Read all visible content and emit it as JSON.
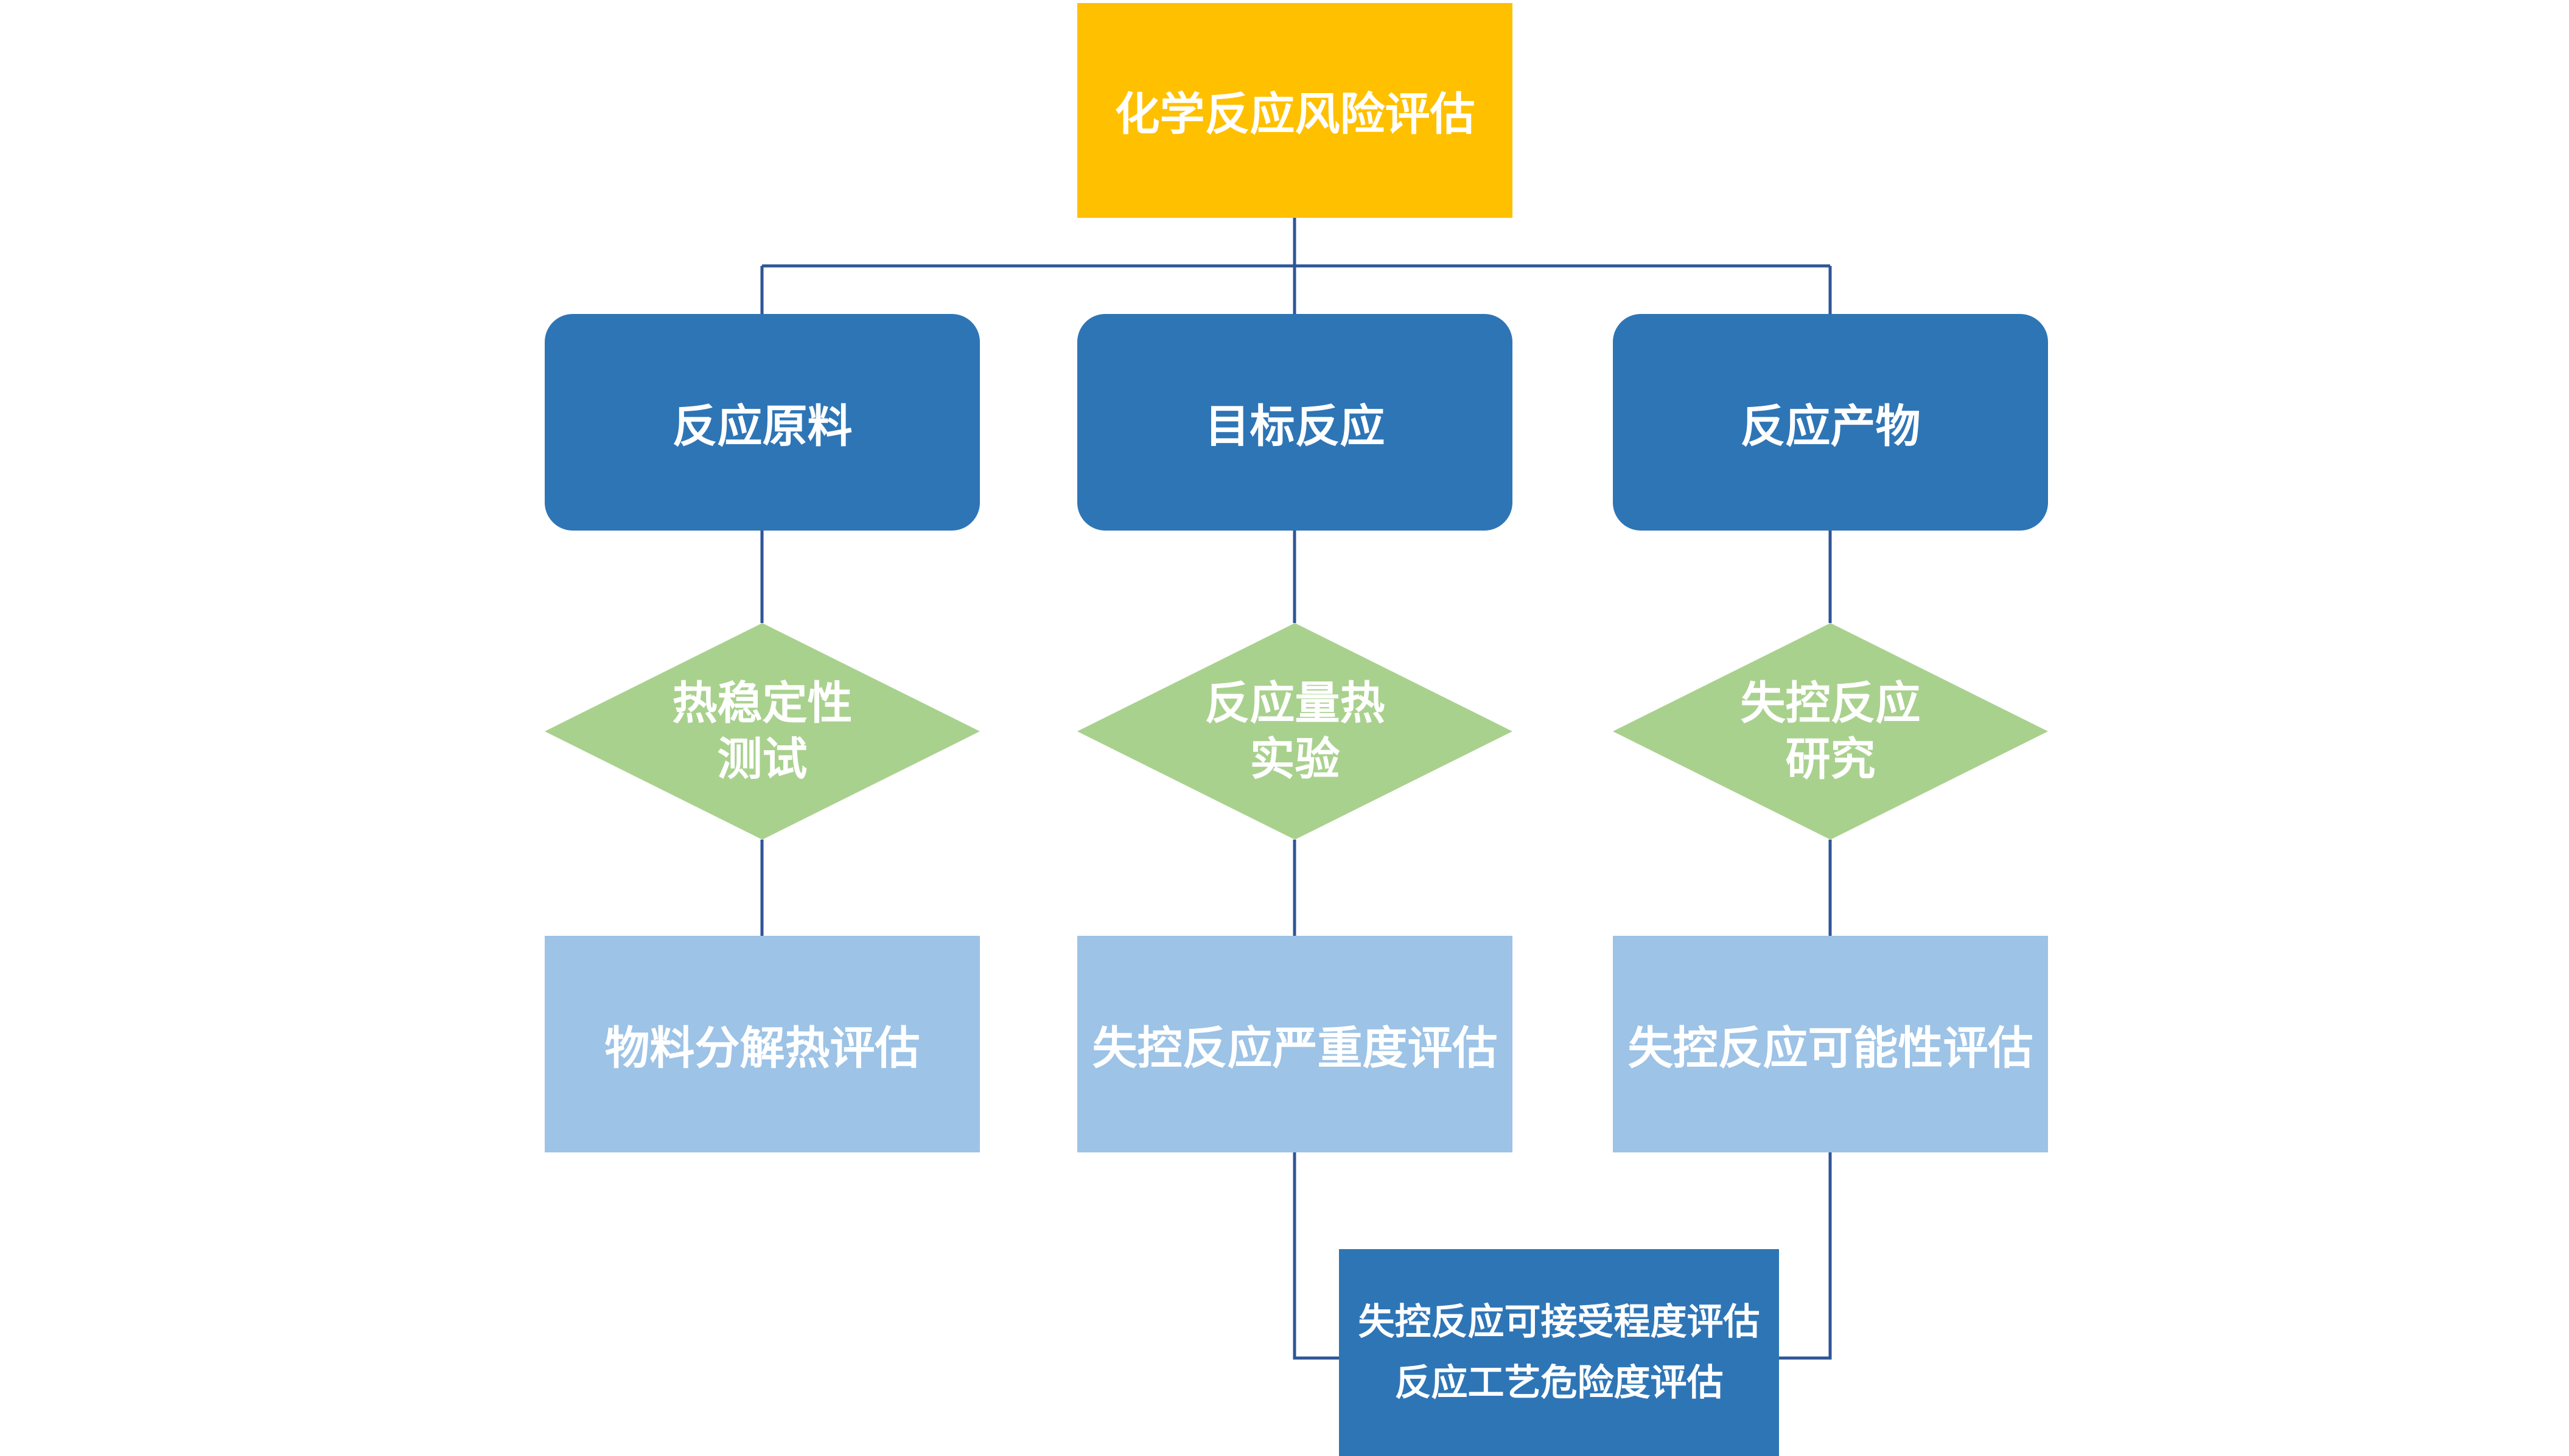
{
  "root": {
    "label": "化学反应风险评估"
  },
  "categories": [
    {
      "label": "反应原料"
    },
    {
      "label": "目标反应"
    },
    {
      "label": "反应产物"
    }
  ],
  "tests": [
    {
      "line1": "热稳定性",
      "line2": "测试"
    },
    {
      "line1": "反应量热",
      "line2": "实验"
    },
    {
      "line1": "失控反应",
      "line2": "研究"
    }
  ],
  "results": [
    {
      "label": "物料分解热评估"
    },
    {
      "label": "失控反应严重度评估"
    },
    {
      "label": "失控反应可能性评估"
    }
  ],
  "final": {
    "line1": "失控反应可接受程度评估",
    "line2": "反应工艺危险度评估"
  },
  "colors": {
    "root": "#ffc000",
    "category": "#2e75b6",
    "test": "#a9d18e",
    "result": "#9dc3e6",
    "final": "#2e75b6",
    "connector": "#2f5597"
  }
}
